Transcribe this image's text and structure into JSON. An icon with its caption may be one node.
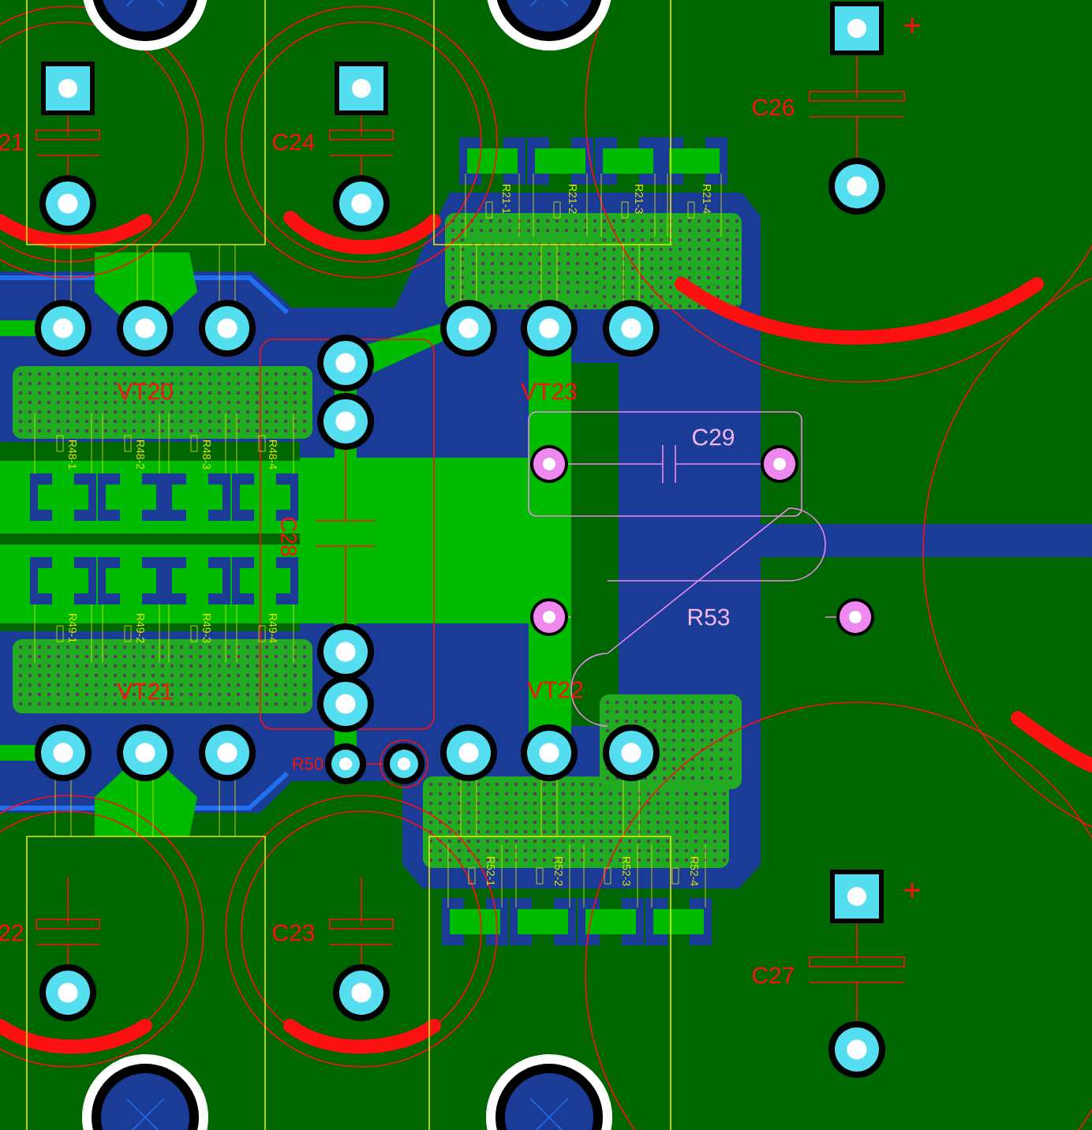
{
  "diagram": {
    "labels": [
      "+",
      "C26",
      "21",
      "C24",
      "R21-1",
      "R21-2",
      "R21-3",
      "R21-4",
      "VT20",
      "VT23",
      "C29",
      "R48-1",
      "R48-2",
      "R48-3",
      "R48-4",
      "C28",
      "R53",
      "R49-1",
      "R49-2",
      "R49-3",
      "R49-4",
      "VT21",
      "VT22",
      "R50",
      "R52-1",
      "R52-2",
      "R52-3",
      "R52-4",
      "+",
      "22",
      "C23",
      "C27"
    ]
  }
}
